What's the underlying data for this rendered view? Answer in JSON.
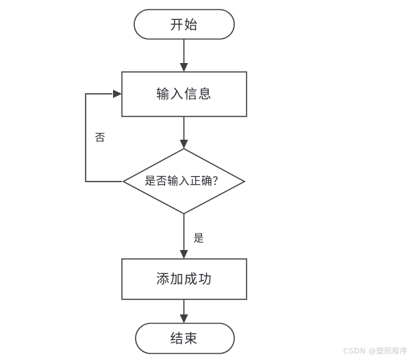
{
  "diagram": {
    "title": "",
    "type": "flowchart",
    "orientation": "top-to-bottom",
    "colors": {
      "background": "#ffffff",
      "stroke": "#3f3f3f",
      "node_fill": "#ffffff",
      "text": "#2b2b33",
      "watermark": "#c9c9cf"
    },
    "nodes": [
      {
        "id": "start",
        "shape": "stadium",
        "label": "开始"
      },
      {
        "id": "input",
        "shape": "rectangle",
        "label": "输入信息"
      },
      {
        "id": "decision",
        "shape": "diamond",
        "label": "是否输入正确？"
      },
      {
        "id": "success",
        "shape": "rectangle",
        "label": "添加成功"
      },
      {
        "id": "end",
        "shape": "stadium",
        "label": "结束"
      }
    ],
    "edges": [
      {
        "from": "start",
        "to": "input",
        "label": "",
        "route": "straight-down"
      },
      {
        "from": "input",
        "to": "decision",
        "label": "",
        "route": "straight-down"
      },
      {
        "from": "decision",
        "to": "input",
        "label": "否",
        "route": "left-loop-up"
      },
      {
        "from": "decision",
        "to": "success",
        "label": "是",
        "route": "straight-down"
      },
      {
        "from": "success",
        "to": "end",
        "label": "",
        "route": "straight-down"
      }
    ]
  },
  "watermark": {
    "text": "CSDN @塑阳程序"
  }
}
